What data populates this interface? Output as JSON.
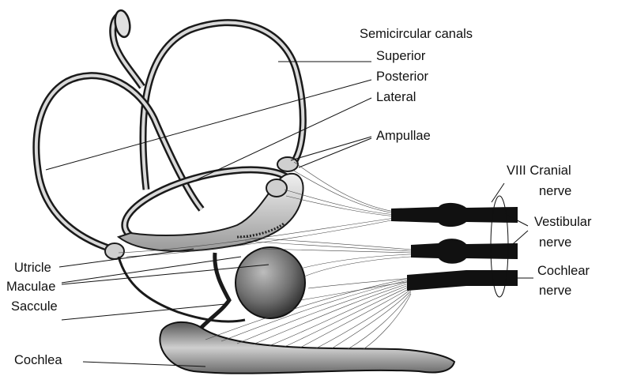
{
  "figure": {
    "labels": {
      "semicircular_canals": "Semicircular canals",
      "superior": "Superior",
      "posterior": "Posterior",
      "lateral": "Lateral",
      "ampullae": "Ampullae",
      "viii_cranial": "VIII Cranial",
      "nerve_1": "nerve",
      "vestibular": "Vestibular",
      "nerve_2": "nerve",
      "cochlear": "Cochlear",
      "nerve_3": "nerve",
      "utricle": "Utricle",
      "maculae": "Maculae",
      "saccule": "Saccule",
      "cochlea": "Cochlea"
    },
    "colors": {
      "ink": "#1a1a1a",
      "membrane_fill": "#e6e6e6",
      "background": "#ffffff"
    }
  }
}
